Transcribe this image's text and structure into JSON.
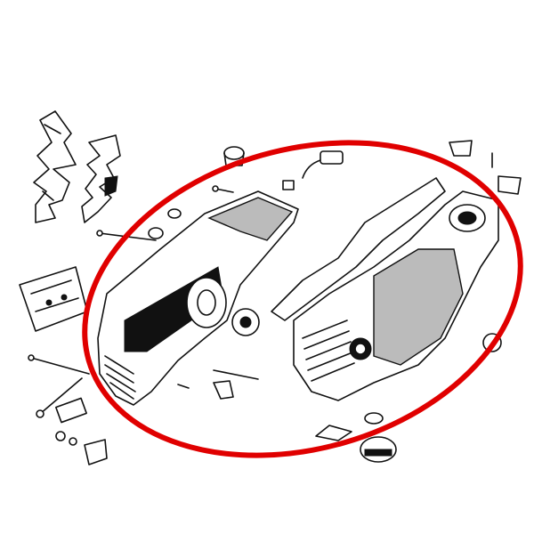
{
  "diagram": {
    "type": "exploded parts drawing",
    "highlight": {
      "shape": "ellipse",
      "color": "#e00000"
    },
    "parts": [
      "chain-catcher-guard",
      "spike-bumper",
      "guide-bar-plate",
      "left-crankcase-half",
      "right-crankcase-half",
      "ball-bearing",
      "bolts",
      "rubber-buffer",
      "gasket",
      "fuel-cap",
      "oil-cap",
      "impulse-hose"
    ]
  }
}
